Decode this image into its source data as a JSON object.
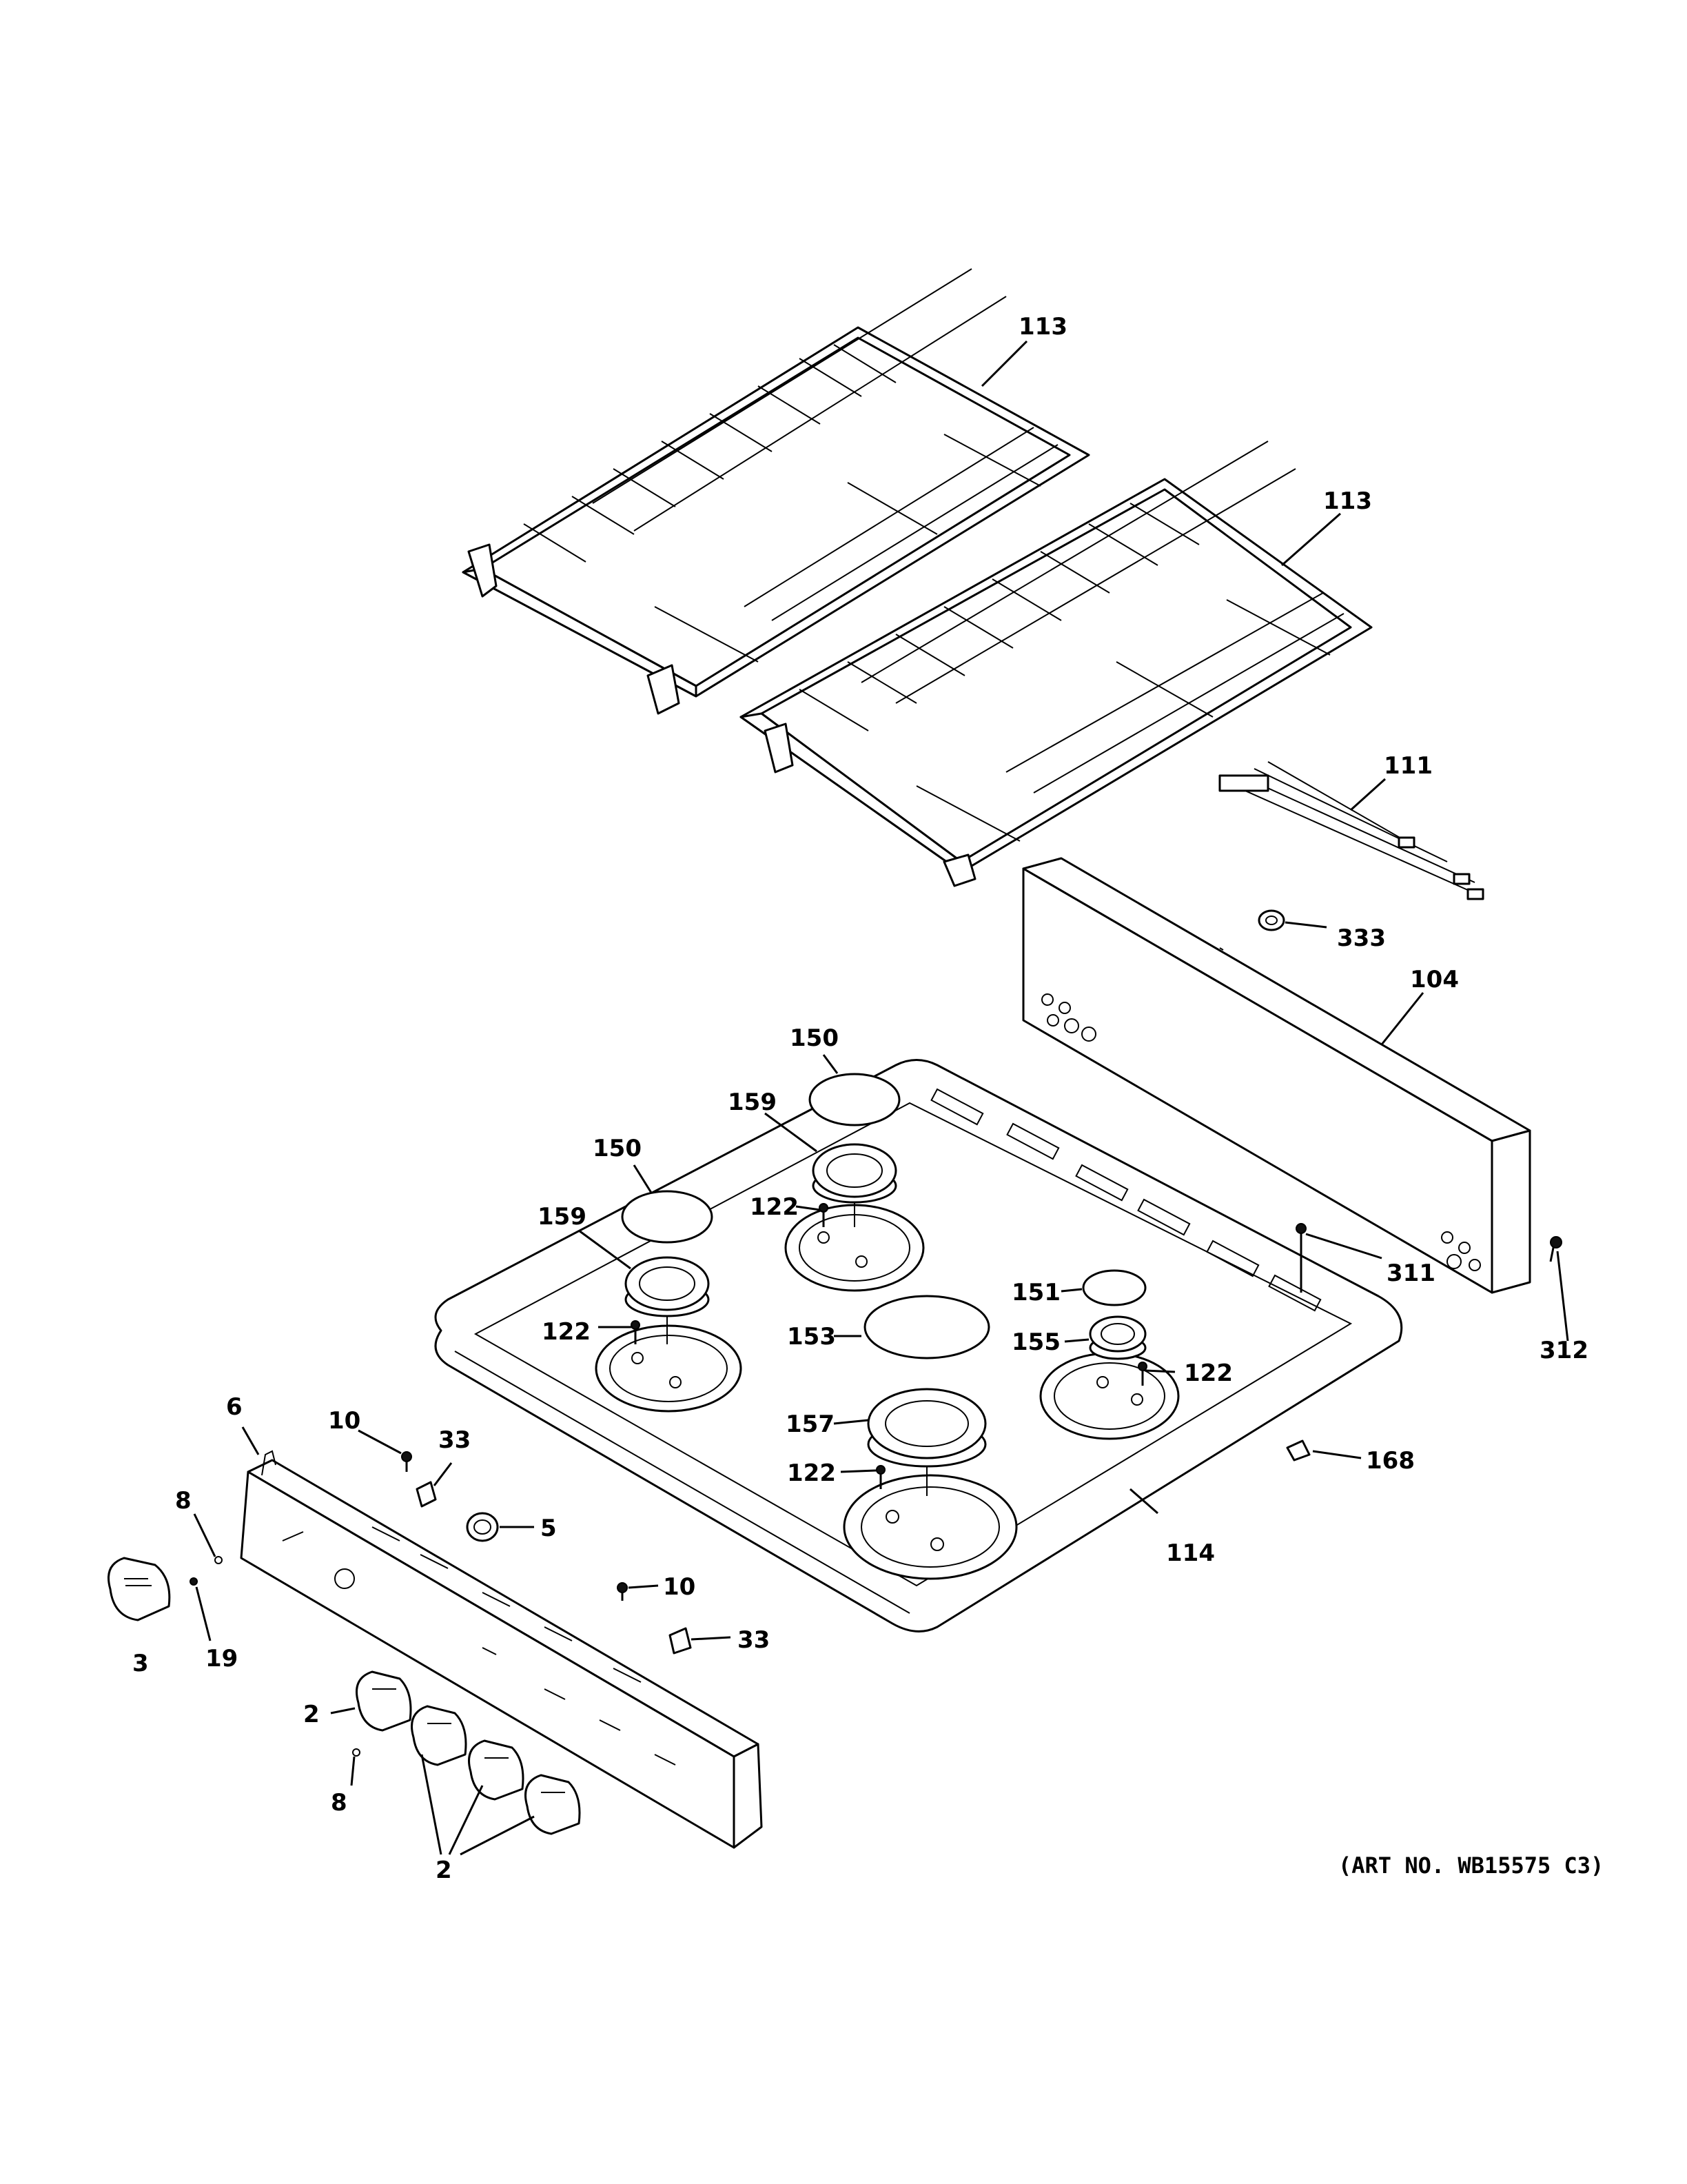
{
  "callouts": [
    {
      "id": "grate_left",
      "text": "113"
    },
    {
      "id": "grate_right",
      "text": "113"
    },
    {
      "id": "harness",
      "text": "111"
    },
    {
      "id": "bumper",
      "text": "333"
    },
    {
      "id": "backguard",
      "text": "104"
    },
    {
      "id": "cap_rear_left",
      "text": "150"
    },
    {
      "id": "cap_front_left",
      "text": "150"
    },
    {
      "id": "head_rear_left",
      "text": "159"
    },
    {
      "id": "head_front_left",
      "text": "159"
    },
    {
      "id": "screw_rear_left",
      "text": "122"
    },
    {
      "id": "screw_front_left",
      "text": "122"
    },
    {
      "id": "screw_rear_right",
      "text": "122"
    },
    {
      "id": "screw_front_right",
      "text": "122"
    },
    {
      "id": "cap_center",
      "text": "153"
    },
    {
      "id": "cap_small",
      "text": "151"
    },
    {
      "id": "head_small",
      "text": "155"
    },
    {
      "id": "head_large",
      "text": "157"
    },
    {
      "id": "screw_backguard",
      "text": "311"
    },
    {
      "id": "screw_side",
      "text": "312"
    },
    {
      "id": "cooktop",
      "text": "114"
    },
    {
      "id": "clip_cooktop",
      "text": "168"
    },
    {
      "id": "manifold_panel",
      "text": "6"
    },
    {
      "id": "screw_panel_top",
      "text": "10"
    },
    {
      "id": "screw_panel_mid",
      "text": "10"
    },
    {
      "id": "clip_top",
      "text": "33"
    },
    {
      "id": "clip_mid",
      "text": "33"
    },
    {
      "id": "knob_small",
      "text": "5"
    },
    {
      "id": "spring_left",
      "text": "8"
    },
    {
      "id": "spring_bottom",
      "text": "8"
    },
    {
      "id": "washer",
      "text": "19"
    },
    {
      "id": "knob_left",
      "text": "3"
    },
    {
      "id": "knob_single",
      "text": "2"
    },
    {
      "id": "knob_group",
      "text": "2"
    }
  ],
  "art_number": "(ART NO. WB15575 C3)"
}
